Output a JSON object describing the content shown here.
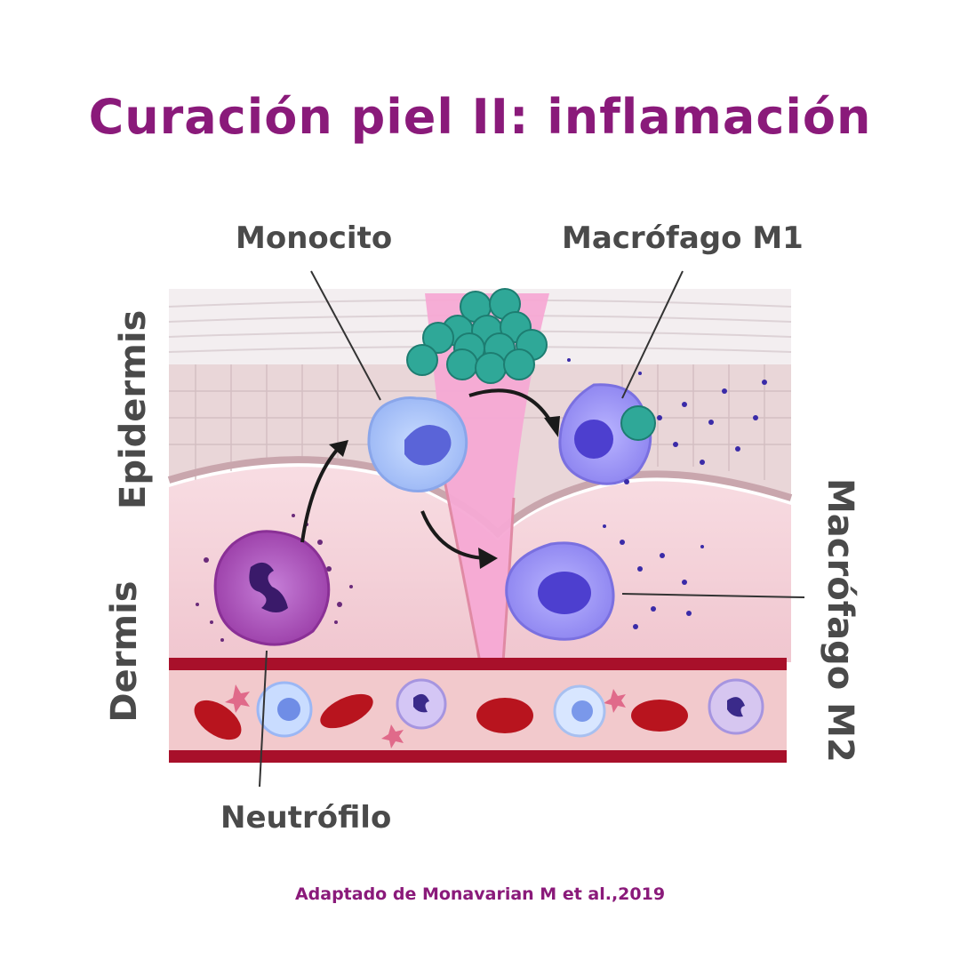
{
  "title": "Curación piel II: inflamación",
  "labels": {
    "monocito": "Monocito",
    "macrofago_m1": "Macrófago M1",
    "macrofago_m2": "Macrófago M2",
    "neutrofilo": "Neutrófilo",
    "epidermis": "Epidermis",
    "dermis": "Dermis"
  },
  "credit": "Adaptado de Monavarian M et al.,2019",
  "colors": {
    "title": "#8a1a7a",
    "label": "#4a4a4a",
    "vessel": "#a8102a",
    "wound": "#f5a9d4",
    "bacteria": "#2fa898"
  }
}
